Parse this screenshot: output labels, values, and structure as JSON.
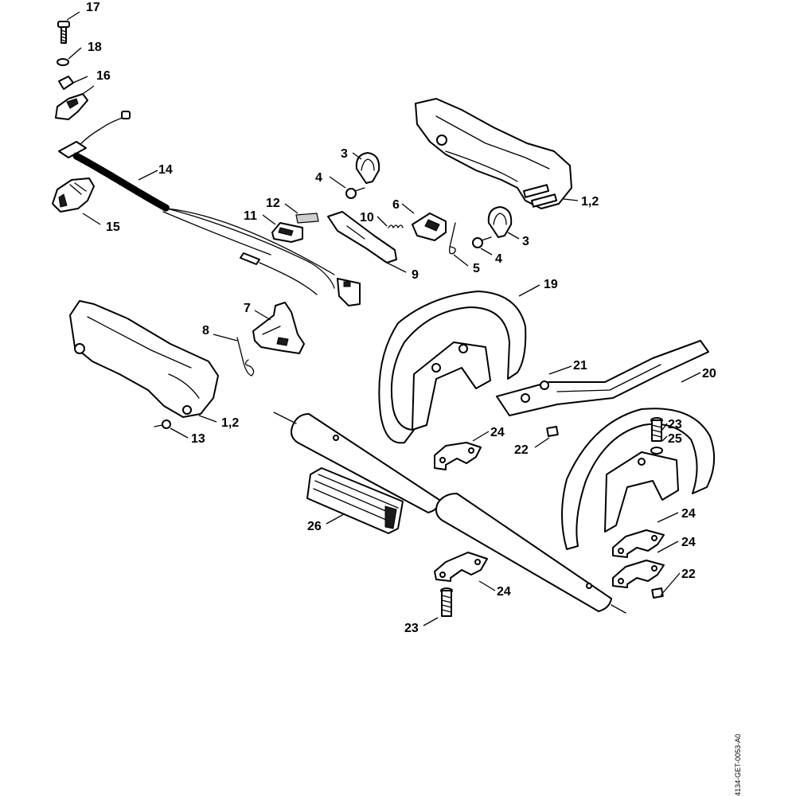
{
  "doc_ref": "4134-GET-0053-A0",
  "callouts": [
    {
      "id": "c17",
      "text": "17"
    },
    {
      "id": "c18",
      "text": "18"
    },
    {
      "id": "c16",
      "text": "16"
    },
    {
      "id": "c14",
      "text": "14"
    },
    {
      "id": "c15",
      "text": "15"
    },
    {
      "id": "c3a",
      "text": "3"
    },
    {
      "id": "c4a",
      "text": "4"
    },
    {
      "id": "c12",
      "text": "12"
    },
    {
      "id": "c11",
      "text": "11"
    },
    {
      "id": "c6",
      "text": "6"
    },
    {
      "id": "c10",
      "text": "10"
    },
    {
      "id": "c9",
      "text": "9"
    },
    {
      "id": "c5",
      "text": "5"
    },
    {
      "id": "c3b",
      "text": "3"
    },
    {
      "id": "c4b",
      "text": "4"
    },
    {
      "id": "c12top",
      "text": "1,2"
    },
    {
      "id": "c19",
      "text": "19"
    },
    {
      "id": "c7",
      "text": "7"
    },
    {
      "id": "c8",
      "text": "8"
    },
    {
      "id": "c12bot",
      "text": "1,2"
    },
    {
      "id": "c13",
      "text": "13"
    },
    {
      "id": "c21",
      "text": "21"
    },
    {
      "id": "c20",
      "text": "20"
    },
    {
      "id": "c23a",
      "text": "23"
    },
    {
      "id": "c25",
      "text": "25"
    },
    {
      "id": "c22a",
      "text": "22"
    },
    {
      "id": "c24a",
      "text": "24"
    },
    {
      "id": "c26",
      "text": "26"
    },
    {
      "id": "c24b",
      "text": "24"
    },
    {
      "id": "c24c",
      "text": "24"
    },
    {
      "id": "c22b",
      "text": "22"
    },
    {
      "id": "c24d",
      "text": "24"
    },
    {
      "id": "c23b",
      "text": "23"
    }
  ]
}
